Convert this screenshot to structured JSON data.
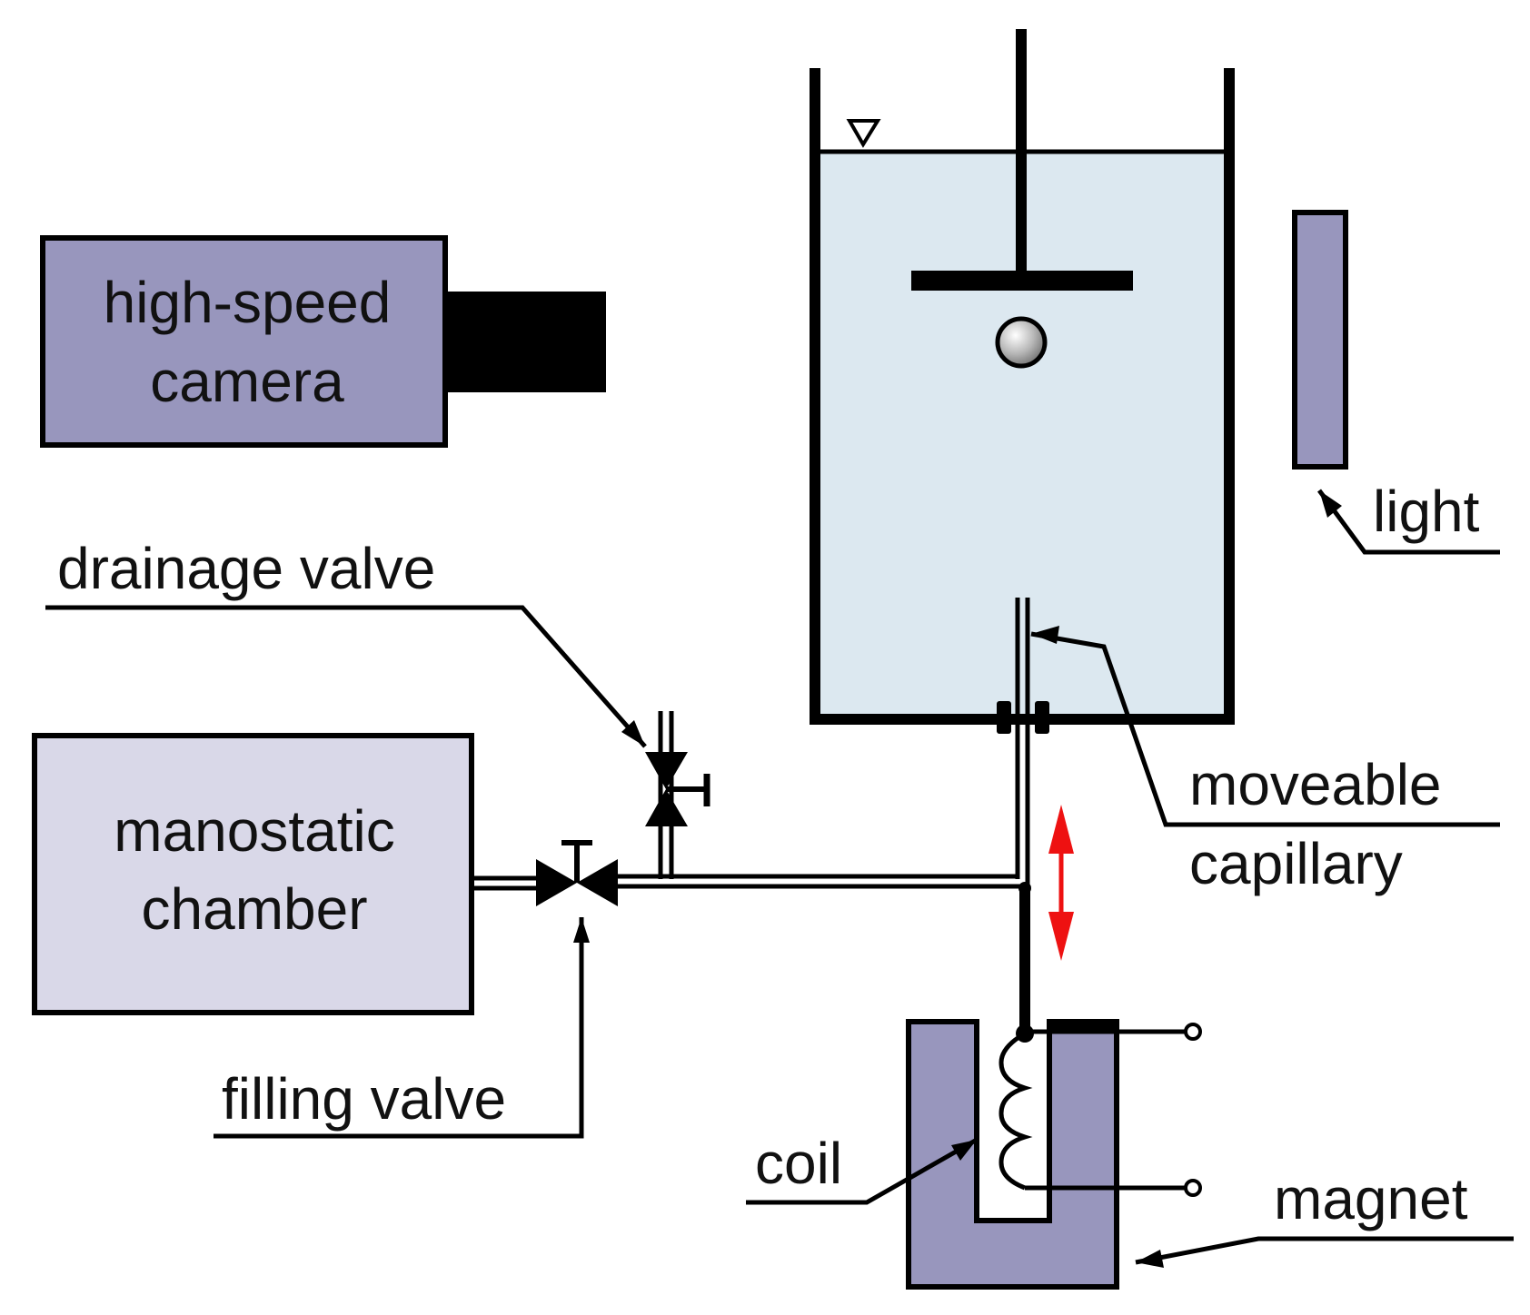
{
  "labels": {
    "camera": [
      "high-speed",
      "camera"
    ],
    "light": "light",
    "drainage_valve": "drainage valve",
    "chamber": [
      "manostatic",
      "chamber"
    ],
    "capillary": [
      "moveable",
      "capillary"
    ],
    "filling_valve": "filling valve",
    "coil": "coil",
    "magnet": "magnet"
  },
  "colors": {
    "camera_body": "#9896bd",
    "light": "#9896bd",
    "magnet": "#9896bd",
    "chamber": "#d9d8e8",
    "water": "#dce8f0",
    "line": "#000000",
    "motion_arrow": "#ee1111"
  },
  "icons": {
    "water_level": "triangle-down-icon",
    "particle": "sphere-icon",
    "motion": "double-arrow-vertical-icon",
    "terminal": "circle-terminal-icon"
  }
}
